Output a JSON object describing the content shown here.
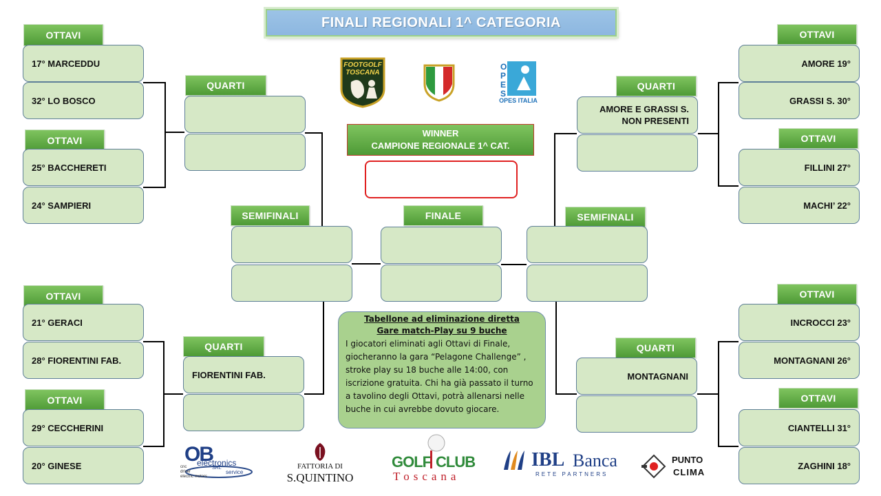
{
  "title": "FINALI REGIONALI 1^ CATEGORIA",
  "labels": {
    "ottavi": "OTTAVI",
    "quarti": "QUARTI",
    "semifinali": "SEMIFINALI",
    "finale": "FINALE"
  },
  "winner": {
    "line1": "WINNER",
    "line2": "CAMPIONE REGIONALE 1^ CAT."
  },
  "left_top": {
    "ottavi_a": [
      "17° MARCEDDU",
      "32° LO BOSCO"
    ],
    "ottavi_b": [
      "25° BACCHERETI",
      "24° SAMPIERI"
    ],
    "quarti": [
      "",
      ""
    ]
  },
  "left_bottom": {
    "ottavi_a": [
      "21° GERACI",
      "28° FIORENTINI FAB."
    ],
    "ottavi_b": [
      "29° CECCHERINI",
      "20° GINESE"
    ],
    "quarti": [
      "FIORENTINI FAB.",
      ""
    ]
  },
  "right_top": {
    "ottavi_a": [
      "AMORE 19°",
      "GRASSI S. 30°"
    ],
    "ottavi_b": [
      "FILLINI 27°",
      "MACHI’ 22°"
    ],
    "quarti": [
      "AMORE E GRASSI S.\nNON PRESENTI",
      ""
    ]
  },
  "right_bottom": {
    "ottavi_a": [
      "INCROCCI 23°",
      "MONTAGNANI 26°"
    ],
    "ottavi_b": [
      "CIANTELLI 31°",
      "ZAGHINI 18°"
    ],
    "quarti": [
      "MONTAGNANI",
      ""
    ]
  },
  "semifinali_left": [
    "",
    ""
  ],
  "semifinali_right": [
    "",
    ""
  ],
  "finale": [
    "",
    ""
  ],
  "info": {
    "heading1": "Tabellone ad eliminazione diretta",
    "heading2": "Gare match-Play su 9 buche",
    "body": "I giocatori eliminati agli Ottavi di Finale, giocheranno la gara “Pelagone Challenge” , stroke play su 18 buche alle 14:00, con iscrizione gratuita. Chi ha già passato il turno a tavolino degli Ottavi, potrà allenarsi nelle buche in cui avrebbe dovuto giocare."
  },
  "logos": {
    "footgolf_1": "FOOTGOLF",
    "footgolf_2": "TOSCANA",
    "opes": "OPES ITALIA",
    "ob": "OB",
    "ob_sub": "electronics",
    "ob_srl": "SRL",
    "ob_service": "service",
    "ob_lines": [
      "cnc",
      "driver",
      "electric motors"
    ],
    "fattoria_1": "FATTORIA DI",
    "fattoria_2": "S.QUINTINO",
    "golf_1": "GOLF",
    "golf_2": "CLUB",
    "golf_3": "Toscana",
    "ibl_1": "IBL",
    "ibl_2": "Banca",
    "ibl_3": "RETE PARTNERS",
    "punto_1": "PUNTO",
    "punto_2": "CLIMA"
  },
  "colors": {
    "slot_fill": "#d6e8c6",
    "label_green": "#5aa840",
    "title_blue": "#8db7e0",
    "info_fill": "#a9d18e",
    "winner_border": "#e02020"
  }
}
